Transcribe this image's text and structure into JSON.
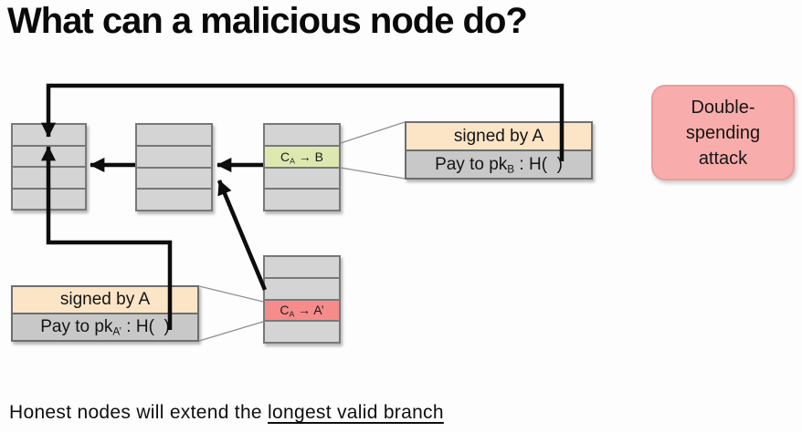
{
  "title": "What can a malicious node do?",
  "footer": {
    "prefix": "Honest nodes will extend the ",
    "underlined": "longest valid branch"
  },
  "blocks": {
    "tx_green": {
      "base": "C",
      "sub": "A",
      "rest": " → B"
    },
    "tx_red": {
      "base": "C",
      "sub": "A",
      "rest": " → A’"
    }
  },
  "tx_box_b": {
    "header": "signed by A",
    "pay_base": "Pay to pk",
    "pay_sub": "B",
    "pay_rest": " : H(  )"
  },
  "tx_box_a_prime": {
    "header": "signed by A",
    "pay_base": "Pay to pk",
    "pay_sub": "A’",
    "pay_rest": " : H(  )"
  },
  "callout": {
    "label": "Double-\nspending\nattack"
  },
  "colors": {
    "block_fill": "#d4d4d4",
    "block_border": "#787878",
    "tx_green": "#dde8b0",
    "tx_red": "#f68b8b",
    "signed_header_fill": "#fce5c6",
    "pay_row_fill": "#c8c8c8",
    "callout_fill": "#f9acac",
    "callout_border": "#eb9c9c",
    "arrow": "#0d0d0d"
  }
}
